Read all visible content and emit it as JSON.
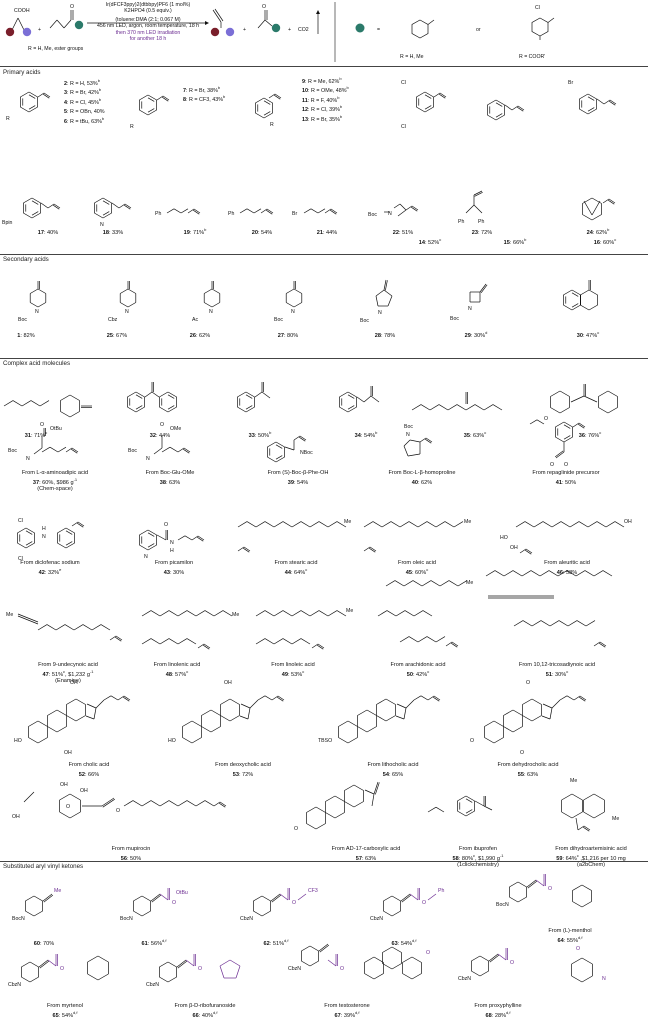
{
  "scheme": {
    "catalyst": "Ir(dFCF3ppy)2(dtbbpy)PF6 (1 mol%)",
    "base": "K2HPO4 (0.5 equiv.)",
    "solvent": "(toluene:DMA (2:1; 0.067 M)",
    "light1": "456 nm LED, argon, room temperature, 18 h",
    "light2": "then 370 nm LED irradiation",
    "light3": "for another 18 h",
    "r_note": "R = H, Me, ester groups",
    "byproduct_co2": "CO2",
    "legend_r1": "R = H, Me",
    "legend_r2": "R = COOR'",
    "legend_eq": "=",
    "legend_or": "or",
    "acid_label": "COOH",
    "cl_label": "Cl"
  },
  "sections": {
    "primary": "Primary acids",
    "secondary": "Secondary acids",
    "complex": "Complex acid molecules",
    "aryl": "Substituted aryl vinyl ketones"
  },
  "primary_list_a": [
    {
      "n": "2",
      "t": ": R = H, 53%",
      "s": "b"
    },
    {
      "n": "3",
      "t": ": R = Br, 42%",
      "s": "b"
    },
    {
      "n": "4",
      "t": ": R = Cl, 45%",
      "s": "b"
    },
    {
      "n": "5",
      "t": ": R = OBn, 40%",
      "s": ""
    },
    {
      "n": "6",
      "t": ": R = tBu, 63%",
      "s": "b"
    }
  ],
  "primary_list_b": [
    {
      "n": "7",
      "t": ": R = Br, 38%",
      "s": "b"
    },
    {
      "n": "8",
      "t": ": R = CF3, 43%",
      "s": "b"
    }
  ],
  "primary_list_c": [
    {
      "n": "9",
      "t": ": R = Me, 62%",
      "s": "b"
    },
    {
      "n": "10",
      "t": ": R = OMe, 48%",
      "s": "b"
    },
    {
      "n": "11",
      "t": ": R = F, 40%",
      "s": "b"
    },
    {
      "n": "12",
      "t": ": R = Cl, 39%",
      "s": "b"
    },
    {
      "n": "13",
      "t": ": R = Br, 35%",
      "s": "b"
    }
  ],
  "labels": {
    "c14": {
      "n": "14",
      "t": ": 52%",
      "s": "c"
    },
    "c15": {
      "n": "15",
      "t": ": 66%",
      "s": "b"
    },
    "c16": {
      "n": "16",
      "t": ": 60%",
      "s": "c"
    },
    "c17": {
      "n": "17",
      "t": ": 40%",
      "s": ""
    },
    "c18": {
      "n": "18",
      "t": ": 33%",
      "s": ""
    },
    "c19": {
      "n": "19",
      "t": ": 71%",
      "s": "b"
    },
    "c20": {
      "n": "20",
      "t": ": 54%",
      "s": ""
    },
    "c21": {
      "n": "21",
      "t": ": 44%",
      "s": ""
    },
    "c22": {
      "n": "22",
      "t": ": 51%",
      "s": ""
    },
    "c23": {
      "n": "23",
      "t": ": 72%",
      "s": ""
    },
    "c24": {
      "n": "24",
      "t": ": 62%",
      "s": "b"
    },
    "c1": {
      "n": "1",
      "t": ": 82%",
      "s": ""
    },
    "c25": {
      "n": "25",
      "t": ": 67%",
      "s": ""
    },
    "c26": {
      "n": "26",
      "t": ": 62%",
      "s": ""
    },
    "c27": {
      "n": "27",
      "t": ": 80%",
      "s": ""
    },
    "c28": {
      "n": "28",
      "t": ": 78%",
      "s": ""
    },
    "c29": {
      "n": "29",
      "t": ": 30%",
      "s": "d"
    },
    "c30": {
      "n": "30",
      "t": ": 47%",
      "s": "c"
    },
    "c31": {
      "n": "31",
      "t": ": 71%",
      "s": "c"
    },
    "c32": {
      "n": "32",
      "t": ": 44%",
      "s": ""
    },
    "c33": {
      "n": "33",
      "t": ": 50%",
      "s": "b"
    },
    "c34": {
      "n": "34",
      "t": ": 54%",
      "s": "b"
    },
    "c35": {
      "n": "35",
      "t": ": 63%",
      "s": "c"
    },
    "c36": {
      "n": "36",
      "t": ": 76%",
      "s": "c"
    },
    "c37": {
      "pre": "From L-α-aminoadipic acid",
      "n": "37",
      "t": ": 60%, $986 g",
      "s": "-1",
      "post": "(Chem-space)"
    },
    "c38": {
      "pre": "From Boc-Glu-OMe",
      "n": "38",
      "t": ": 63%",
      "s": ""
    },
    "c39": {
      "pre": "From (S)-Boc-β-Phe-OH",
      "n": "39",
      "t": ": 54%",
      "s": ""
    },
    "c40": {
      "pre": "From Boc-L-β-homoproline",
      "n": "40",
      "t": ": 62%",
      "s": ""
    },
    "c41": {
      "pre": "From repaglinide precursor",
      "n": "41",
      "t": ": 50%",
      "s": ""
    },
    "c42": {
      "pre": "From diclofenac sodium",
      "n": "42",
      "t": ": 32%",
      "s": "e"
    },
    "c43": {
      "pre": "From picamilon",
      "n": "43",
      "t": ": 30%",
      "s": ""
    },
    "c44": {
      "pre": "From stearic acid",
      "n": "44",
      "t": ": 64%",
      "s": "c"
    },
    "c45": {
      "pre": "From oleic acid",
      "n": "45",
      "t": ": 60%",
      "s": "c"
    },
    "c46": {
      "pre": "From aleuritic acid",
      "n": "46",
      "t": ": 58%",
      "s": ""
    },
    "c47": {
      "pre": "From 9-undecynoic acid",
      "n": "47",
      "t": ": 51%",
      "s": "c",
      "t2": ", $1,232 g",
      "s2": "-1",
      "post": "(Enamine)"
    },
    "c48": {
      "pre": "From linolenic acid",
      "n": "48",
      "t": ": 57%",
      "s": "c"
    },
    "c49": {
      "pre": "From linoleic acid",
      "n": "49",
      "t": ": 53%",
      "s": "c"
    },
    "c50": {
      "pre": "From arachidonic acid",
      "n": "50",
      "t": ": 42%",
      "s": "c"
    },
    "c51": {
      "pre": "From 10,12-tricosadiynoic acid",
      "n": "51",
      "t": ": 30%",
      "s": "c"
    },
    "c52": {
      "pre": "From cholic acid",
      "n": "52",
      "t": ": 66%",
      "s": ""
    },
    "c53": {
      "pre": "From deoxycholic acid",
      "n": "53",
      "t": ": 72%",
      "s": ""
    },
    "c54": {
      "pre": "From lithocholic acid",
      "n": "54",
      "t": ": 65%",
      "s": ""
    },
    "c55": {
      "pre": "From dehydrocholic acid",
      "n": "55",
      "t": ": 63%",
      "s": ""
    },
    "c56": {
      "pre": "From mupirocin",
      "n": "56",
      "t": ": 50%",
      "s": ""
    },
    "c57": {
      "pre": "From AD-17-carboxylic acid",
      "n": "57",
      "t": ": 63%",
      "s": ""
    },
    "c58": {
      "pre": "From ibuprofen",
      "n": "58",
      "t": ": 80%",
      "s": "c",
      "t2": ", $1,990 g",
      "s2": "-1",
      "post": "(1clickchemistry)"
    },
    "c59": {
      "pre": "From dihydroartemisinic acid",
      "n": "59",
      "t": ": 64%",
      "s": "c",
      "t2": " ,$1,216 per 10 mg",
      "s2": "",
      "post": "(a2bChem)"
    },
    "c60": {
      "n": "60",
      "t": ": 70%",
      "s": ""
    },
    "c61": {
      "n": "61",
      "t": ": 56%",
      "s": "d,f"
    },
    "c62": {
      "n": "62",
      "t": ": 51%",
      "s": "d,f"
    },
    "c63": {
      "n": "63",
      "t": ": 54%",
      "s": "d,f"
    },
    "c64": {
      "pre": "From (L)-menthol",
      "n": "64",
      "t": ": 55%",
      "s": "d,f"
    },
    "c65": {
      "pre": "From myrtenol",
      "n": "65",
      "t": ": 54%",
      "s": "d,f"
    },
    "c66": {
      "pre": "From β-D-ribofuranoside",
      "n": "66",
      "t": ": 40%",
      "s": "d,f"
    },
    "c67": {
      "pre": "From testosterone",
      "n": "67",
      "t": ": 39%",
      "s": "d,f"
    },
    "c68": {
      "pre": "From proxyphylline",
      "n": "68",
      "t": ": 28%",
      "s": "d,f"
    }
  },
  "frags": {
    "R": "R",
    "Cl": "Cl",
    "Br": "Br",
    "Bpin": "Bpin",
    "N": "N",
    "Ph": "Ph",
    "Boc": "Boc",
    "Cbz": "Cbz",
    "Ac": "Ac",
    "BocN": "BocN",
    "CbzN": "CbzN",
    "OtBu": "OtBu",
    "OMe": "OMe",
    "O": "O",
    "H": "H",
    "NBoc": "NBoc",
    "Me": "Me",
    "OH": "OH",
    "HO": "HO",
    "TBSO": "TBSO",
    "Enamine": "",
    "n": "n",
    "CF3": "CF3",
    "Ph2": "Ph",
    "n2": "2",
    "n9": "9",
    "n5": "5"
  }
}
